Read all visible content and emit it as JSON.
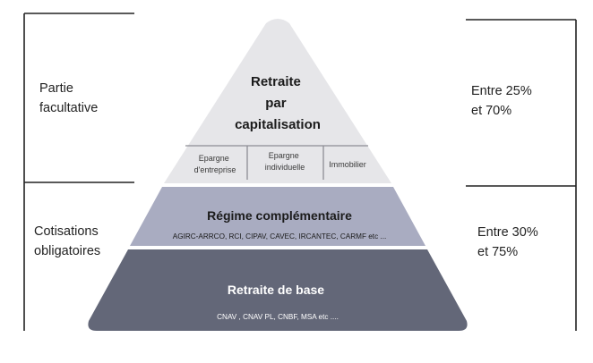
{
  "left_labels": {
    "top": [
      "Partie",
      "facultative"
    ],
    "bottom": [
      "Cotisations",
      "obligatoires"
    ]
  },
  "right_labels": {
    "top": [
      "Entre 25%",
      "et 70%"
    ],
    "bottom": [
      "Entre 30%",
      "et 75%"
    ]
  },
  "pyramid": {
    "top_tier": {
      "title": [
        "Retraite",
        "par",
        "capitalisation"
      ],
      "boxes": [
        [
          "Epargne",
          "d'entreprise"
        ],
        [
          "Epargne",
          "individuelle"
        ],
        [
          "Immobilier"
        ]
      ]
    },
    "middle_tier": {
      "title": "Régime complémentaire",
      "subtitle": "AGIRC-ARRCO, RCI, CIPAV, CAVEC, IRCANTEC, CARMF etc ..."
    },
    "base_tier": {
      "title": "Retraite de base",
      "subtitle": "CNAV , CNAV PL, CNBF, MSA etc ...."
    }
  },
  "colors": {
    "top_tier": "#e6e6e9",
    "middle_tier": "#a9acc1",
    "base_tier": "#636778",
    "dark_text": "#1b1b1b",
    "light_text": "#ffffff",
    "bracket": "#222222"
  }
}
